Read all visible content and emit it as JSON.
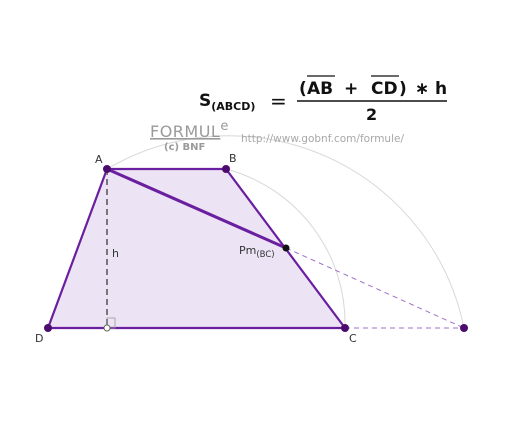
{
  "formula": {
    "lhs_symbol": "S",
    "lhs_subscript": "(ABCD)",
    "equals": "=",
    "num_open": "(",
    "seg1": "AB",
    "plus": "+",
    "seg2": "CD",
    "num_close": ")",
    "times": "∗",
    "height": "h",
    "denominator": "2"
  },
  "watermark": {
    "brand": "FORMUL",
    "brand_sup": "e",
    "credit": "(c) BNF",
    "url": "http://www.gobnf.com/formule/"
  },
  "labels": {
    "A": "A",
    "B": "B",
    "C": "C",
    "D": "D",
    "h": "h",
    "pm": "Pm",
    "pm_sub": "(BC)"
  },
  "colors": {
    "edge": "#6a1fa0",
    "fill": "#ece3f4",
    "point": "#4b0c6e",
    "arc": "#d8d8d8",
    "dash_h": "#777777",
    "dash_ext": "#a070c8"
  }
}
